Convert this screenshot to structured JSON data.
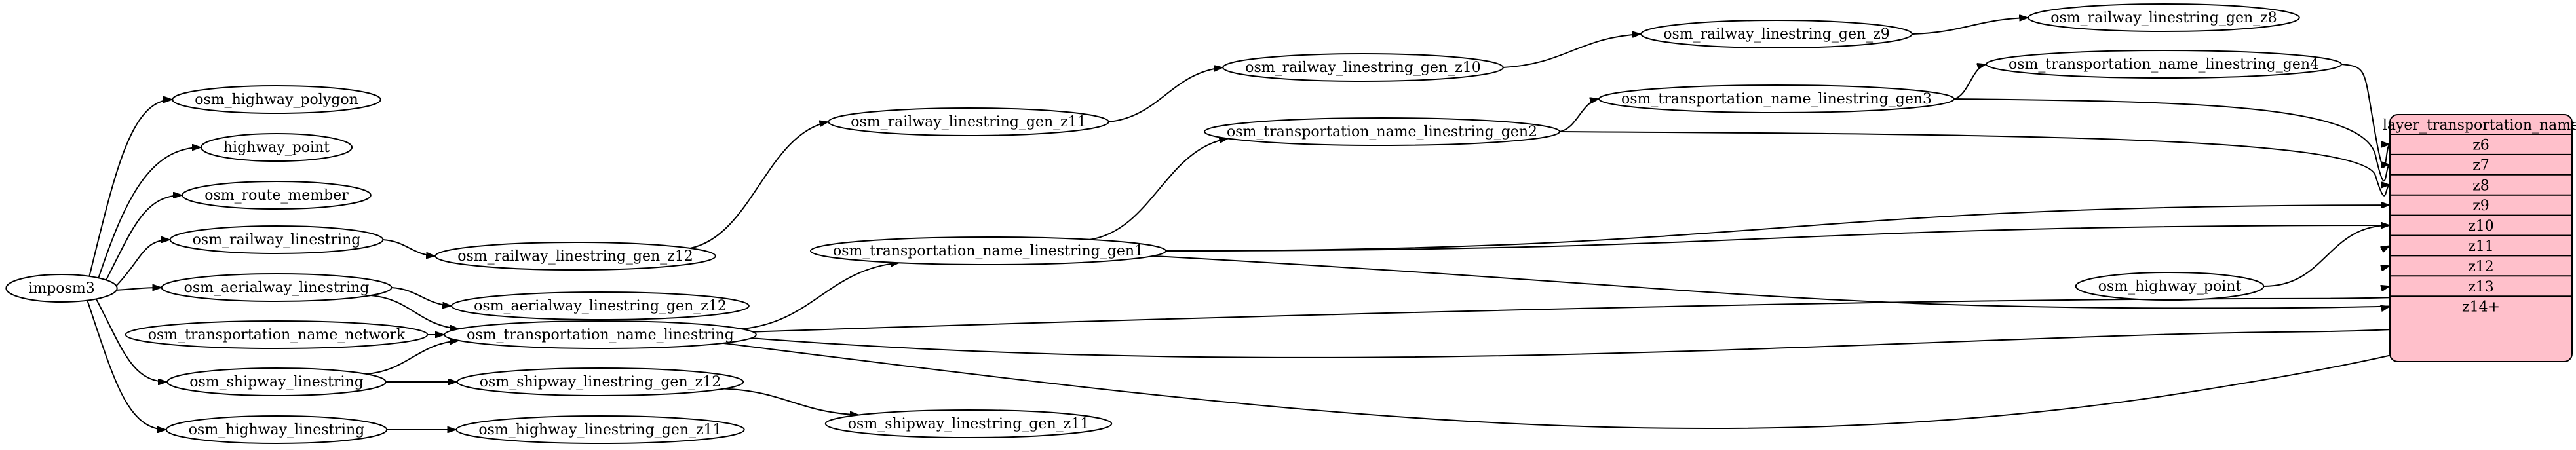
{
  "graph": {
    "source": "imposm3",
    "nodes": {
      "imposm3": "imposm3",
      "osm_highway_polygon": "osm_highway_polygon",
      "highway_point": "highway_point",
      "osm_route_member": "osm_route_member",
      "osm_railway_linestring": "osm_railway_linestring",
      "osm_aerialway_linestring": "osm_aerialway_linestring",
      "osm_transportation_name_network": "osm_transportation_name_network",
      "osm_shipway_linestring": "osm_shipway_linestring",
      "osm_highway_linestring": "osm_highway_linestring",
      "osm_railway_linestring_gen_z12": "osm_railway_linestring_gen_z12",
      "osm_aerialway_linestring_gen_z12": "osm_aerialway_linestring_gen_z12",
      "osm_transportation_name_linestring": "osm_transportation_name_linestring",
      "osm_shipway_linestring_gen_z12": "osm_shipway_linestring_gen_z12",
      "osm_highway_linestring_gen_z11": "osm_highway_linestring_gen_z11",
      "osm_railway_linestring_gen_z11": "osm_railway_linestring_gen_z11",
      "osm_transportation_name_linestring_gen1": "osm_transportation_name_linestring_gen1",
      "osm_shipway_linestring_gen_z11": "osm_shipway_linestring_gen_z11",
      "osm_railway_linestring_gen_z10": "osm_railway_linestring_gen_z10",
      "osm_transportation_name_linestring_gen2": "osm_transportation_name_linestring_gen2",
      "osm_railway_linestring_gen_z9": "osm_railway_linestring_gen_z9",
      "osm_transportation_name_linestring_gen3": "osm_transportation_name_linestring_gen3",
      "osm_railway_linestring_gen_z8": "osm_railway_linestring_gen_z8",
      "osm_transportation_name_linestring_gen4": "osm_transportation_name_linestring_gen4",
      "osm_highway_point": "osm_highway_point"
    },
    "layer": {
      "title": "layer_transportation_name",
      "zooms": [
        "z6",
        "z7",
        "z8",
        "z9",
        "z10",
        "z11",
        "z12",
        "z13",
        "z14+"
      ],
      "fill_color": "#ffc0cb"
    },
    "edges": [
      {
        "from": "imposm3",
        "to": "osm_highway_polygon"
      },
      {
        "from": "imposm3",
        "to": "highway_point"
      },
      {
        "from": "imposm3",
        "to": "osm_route_member"
      },
      {
        "from": "imposm3",
        "to": "osm_railway_linestring"
      },
      {
        "from": "imposm3",
        "to": "osm_aerialway_linestring"
      },
      {
        "from": "imposm3",
        "to": "osm_shipway_linestring"
      },
      {
        "from": "imposm3",
        "to": "osm_highway_linestring"
      },
      {
        "from": "osm_railway_linestring",
        "to": "osm_railway_linestring_gen_z12"
      },
      {
        "from": "osm_aerialway_linestring",
        "to": "osm_aerialway_linestring_gen_z12"
      },
      {
        "from": "osm_aerialway_linestring",
        "to": "osm_transportation_name_linestring"
      },
      {
        "from": "osm_transportation_name_network",
        "to": "osm_transportation_name_linestring"
      },
      {
        "from": "osm_shipway_linestring",
        "to": "osm_transportation_name_linestring"
      },
      {
        "from": "osm_shipway_linestring",
        "to": "osm_shipway_linestring_gen_z12"
      },
      {
        "from": "osm_highway_linestring",
        "to": "osm_highway_linestring_gen_z11"
      },
      {
        "from": "osm_railway_linestring_gen_z12",
        "to": "osm_railway_linestring_gen_z11"
      },
      {
        "from": "osm_railway_linestring_gen_z11",
        "to": "osm_railway_linestring_gen_z10"
      },
      {
        "from": "osm_railway_linestring_gen_z10",
        "to": "osm_railway_linestring_gen_z9"
      },
      {
        "from": "osm_railway_linestring_gen_z9",
        "to": "osm_railway_linestring_gen_z8"
      },
      {
        "from": "osm_transportation_name_linestring",
        "to": "osm_transportation_name_linestring_gen1"
      },
      {
        "from": "osm_transportation_name_linestring_gen1",
        "to": "osm_transportation_name_linestring_gen2"
      },
      {
        "from": "osm_transportation_name_linestring_gen2",
        "to": "osm_transportation_name_linestring_gen3"
      },
      {
        "from": "osm_transportation_name_linestring_gen3",
        "to": "osm_transportation_name_linestring_gen4"
      },
      {
        "from": "osm_shipway_linestring_gen_z12",
        "to": "osm_shipway_linestring_gen_z11"
      },
      {
        "from": "osm_transportation_name_linestring_gen4",
        "to": "layer_transportation_name",
        "zoom": "z6"
      },
      {
        "from": "osm_transportation_name_linestring_gen3",
        "to": "layer_transportation_name",
        "zoom": "z7"
      },
      {
        "from": "osm_transportation_name_linestring_gen2",
        "to": "layer_transportation_name",
        "zoom": "z8"
      },
      {
        "from": "osm_transportation_name_linestring_gen1",
        "to": "layer_transportation_name",
        "zoom": "z9"
      },
      {
        "from": "osm_transportation_name_linestring_gen1",
        "to": "layer_transportation_name",
        "zoom": "z10"
      },
      {
        "from": "osm_highway_point",
        "to": "layer_transportation_name",
        "zoom": "z10"
      },
      {
        "from": "osm_transportation_name_linestring_gen1",
        "to": "layer_transportation_name",
        "zoom": "z11"
      },
      {
        "from": "osm_transportation_name_linestring",
        "to": "layer_transportation_name",
        "zoom": "z12"
      },
      {
        "from": "osm_transportation_name_linestring",
        "to": "layer_transportation_name",
        "zoom": "z13"
      },
      {
        "from": "osm_transportation_name_linestring",
        "to": "layer_transportation_name",
        "zoom": "z14+"
      }
    ]
  }
}
